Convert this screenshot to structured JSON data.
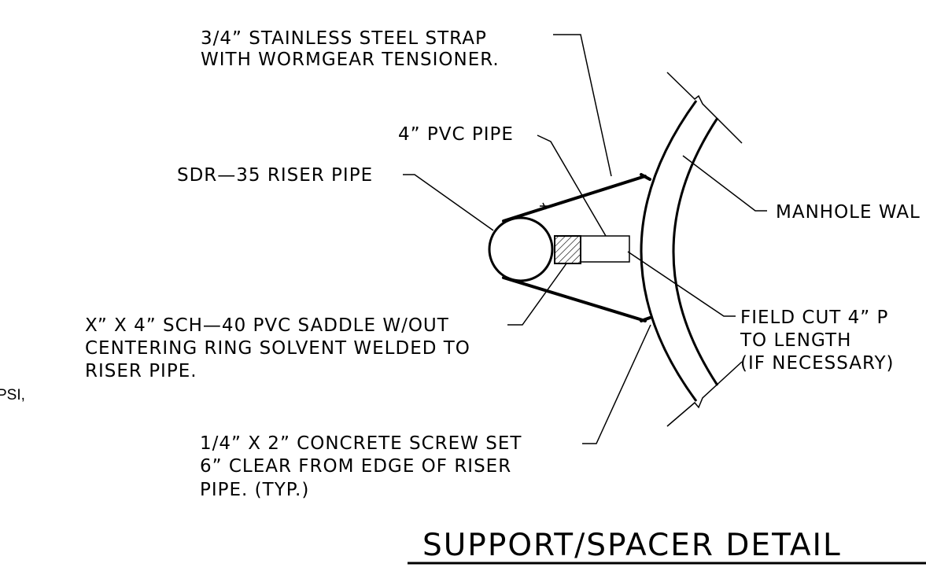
{
  "labels": {
    "strap": [
      "3/4” STAINLESS STEEL STRAP",
      "WITH WORMGEAR TENSIONER."
    ],
    "pvc_pipe": "4” PVC PIPE",
    "riser_pipe": "SDR—35 RISER PIPE",
    "manhole_wall": "MANHOLE WAL",
    "saddle": [
      "X” X 4” SCH—40 PVC SADDLE W/OUT",
      "CENTERING RING SOLVENT WELDED TO",
      "RISER PIPE."
    ],
    "field_cut": [
      "FIELD CUT 4” P",
      "TO LENGTH",
      "(IF NECESSARY)"
    ],
    "concrete_screw": [
      "1/4” X 2” CONCRETE SCREW SET",
      "6” CLEAR FROM EDGE OF RISER",
      "PIPE. (TYP.)"
    ],
    "left_fragment": "PSI,"
  },
  "title": "SUPPORT/SPACER DETAIL",
  "colors": {
    "ink": "#000000",
    "background": "#ffffff"
  }
}
